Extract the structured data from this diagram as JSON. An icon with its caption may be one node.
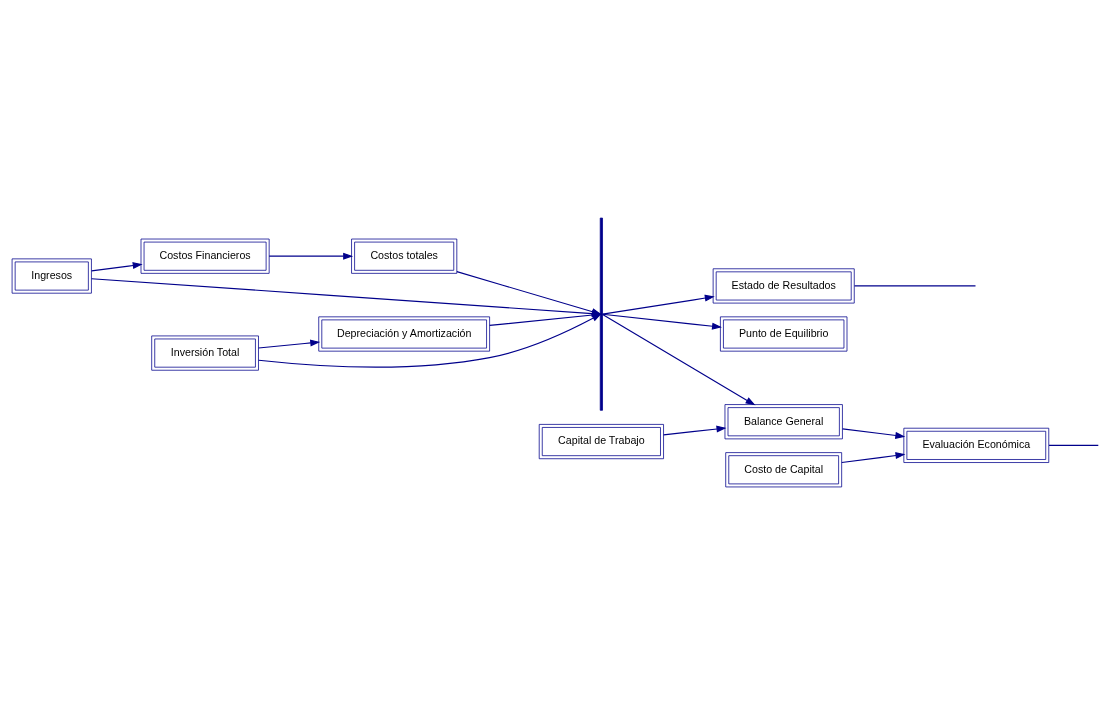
{
  "diagram": {
    "nodes": [
      {
        "text": [
          "Ingresos"
        ]
      },
      {
        "text": [
          "Costos Financieros"
        ]
      },
      {
        "text": [
          "Costos totales"
        ]
      },
      {
        "text": [
          "Inversión Total"
        ]
      },
      {
        "text": [
          "Depreciación y Amortización"
        ]
      },
      {
        "text": [
          "Capital de Trabajo"
        ]
      },
      {
        "text": [
          "Costo de Capital"
        ]
      },
      {
        "text": [
          "Estado de Resultados"
        ]
      },
      {
        "text": [
          "Punto de Equilibrio"
        ]
      },
      {
        "text": [
          "Balance General"
        ]
      },
      {
        "text": [
          "Evaluación Económica"
        ]
      },
      {
        "text": [],
        "shape": "bar"
      }
    ],
    "edges": [
      {
        "from": 0,
        "to": 1,
        "arrow": "to"
      },
      {
        "from": 1,
        "to": 2,
        "arrow": "to"
      },
      {
        "from": 3,
        "to": 4,
        "arrow": "to"
      },
      {
        "from": 0,
        "to": 11,
        "arrow": "to"
      },
      {
        "from": 2,
        "to": 11,
        "arrow": "to"
      },
      {
        "from": 3,
        "to": 11,
        "arrow": "to"
      },
      {
        "from": 4,
        "to": 11,
        "arrow": "none"
      },
      {
        "from": 11,
        "to": 7,
        "arrow": "to"
      },
      {
        "from": 11,
        "to": 8,
        "arrow": "to"
      },
      {
        "from": 11,
        "to": 9,
        "arrow": "to"
      },
      {
        "from": 5,
        "to": 9,
        "arrow": "to"
      },
      {
        "from": 9,
        "to": 10,
        "arrow": "to"
      },
      {
        "from": 6,
        "to": 10,
        "arrow": "to"
      },
      {
        "from": 7,
        "to": null,
        "arrow": "none"
      },
      {
        "from": 10,
        "to": null,
        "arrow": "none"
      }
    ]
  }
}
